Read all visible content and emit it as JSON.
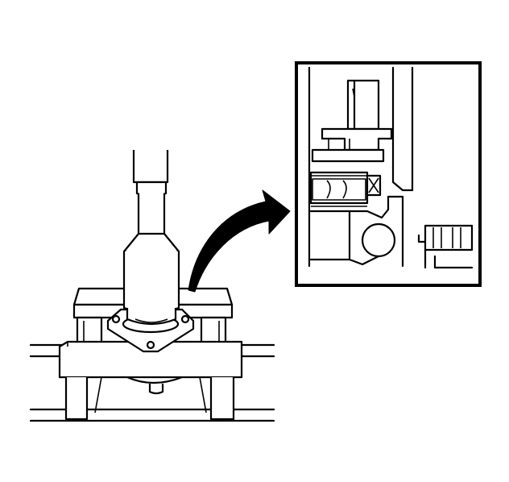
{
  "figure": {
    "background": "#ffffff",
    "line_color": "#000000",
    "main_view": {
      "tool": "driver-tool",
      "fixture": "press-fixture-frame",
      "part": "flanged-seal-housing"
    },
    "callout": {
      "shape": "curved-arrow",
      "direction": "toward-detail"
    },
    "detail_view": {
      "frame": "bold-rectangle",
      "contents": "seal-installed-section"
    }
  }
}
